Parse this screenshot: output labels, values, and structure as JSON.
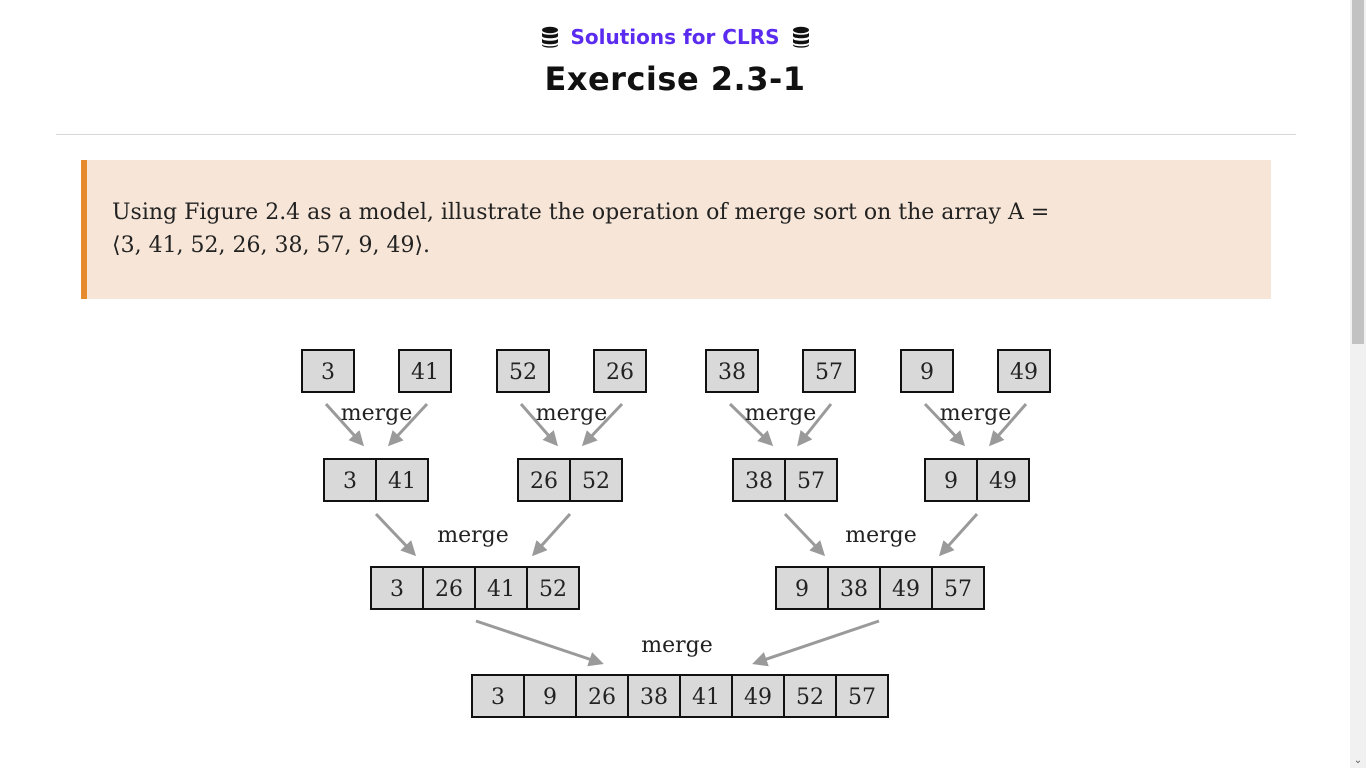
{
  "header": {
    "site_name": "Solutions for CLRS",
    "left_icon": "database-icon",
    "right_icon": "database-icon",
    "link_color": "#5b2cf0"
  },
  "page": {
    "title": "Exercise 2.3-1"
  },
  "exercise": {
    "text_line1": "Using Figure 2.4 as a model, illustrate the operation of merge sort on the array A =",
    "text_line2": "⟨3, 41, 52, 26, 38, 57, 9, 49⟩.",
    "background_color": "#f7e6d7",
    "accent_color": "#e68a2e"
  },
  "figure": {
    "merge_label": "merge",
    "level0": [
      [
        "3"
      ],
      [
        "41"
      ],
      [
        "52"
      ],
      [
        "26"
      ],
      [
        "38"
      ],
      [
        "57"
      ],
      [
        "9"
      ],
      [
        "49"
      ]
    ],
    "level1": [
      [
        "3",
        "41"
      ],
      [
        "26",
        "52"
      ],
      [
        "38",
        "57"
      ],
      [
        "9",
        "49"
      ]
    ],
    "level2": [
      [
        "3",
        "26",
        "41",
        "52"
      ],
      [
        "9",
        "38",
        "49",
        "57"
      ]
    ],
    "level3": [
      [
        "3",
        "9",
        "26",
        "38",
        "41",
        "49",
        "52",
        "57"
      ]
    ]
  }
}
